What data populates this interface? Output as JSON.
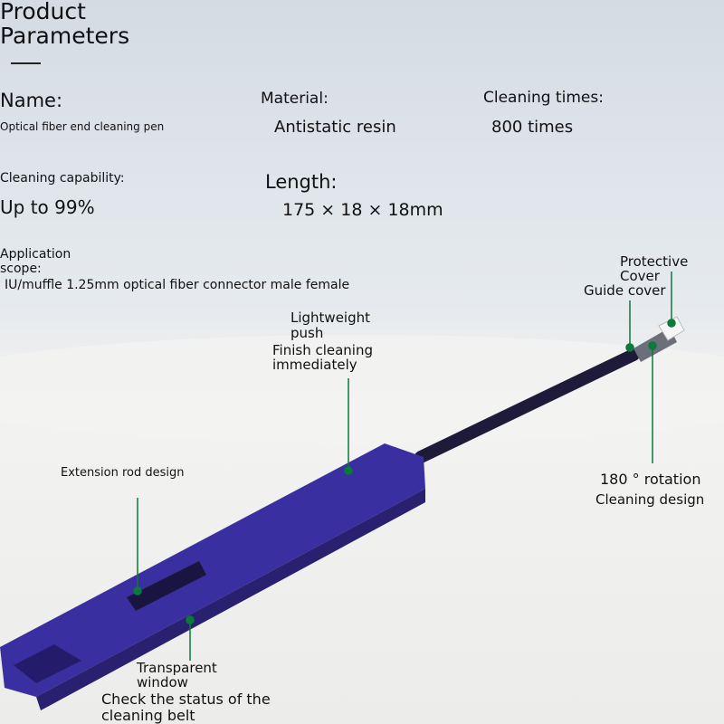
{
  "header": {
    "title_line1": "Product",
    "title_line2": "Parameters"
  },
  "params": {
    "name_label": "Name:",
    "name_value": "Optical fiber end cleaning pen",
    "material_label": "Material:",
    "material_value": "Antistatic resin",
    "cleaning_times_label": "Cleaning times:",
    "cleaning_times_value": "800 times",
    "capability_label": "Cleaning capability:",
    "capability_value": "Up to 99%",
    "length_label": "Length:",
    "length_value": "175 × 18 × 18mm",
    "scope_label_1": "Application",
    "scope_label_2": "scope:",
    "scope_value": "IU/muffle 1.25mm optical fiber connector male female"
  },
  "callouts": {
    "protective_cover_1": "Protective",
    "protective_cover_2": "Cover",
    "guide_cover": "Guide cover",
    "lightweight_1": "Lightweight",
    "lightweight_2": "push",
    "finish_1": "Finish cleaning",
    "finish_2": "immediately",
    "extension": "Extension rod design",
    "rotation_1": "180 ° rotation",
    "rotation_2": "Cleaning design",
    "window_1": "Transparent",
    "window_2": "window",
    "check_1": "Check the status of the",
    "check_2": "cleaning belt"
  },
  "colors": {
    "pen": "#3a2fa0",
    "marker": "#0a7a3a"
  }
}
